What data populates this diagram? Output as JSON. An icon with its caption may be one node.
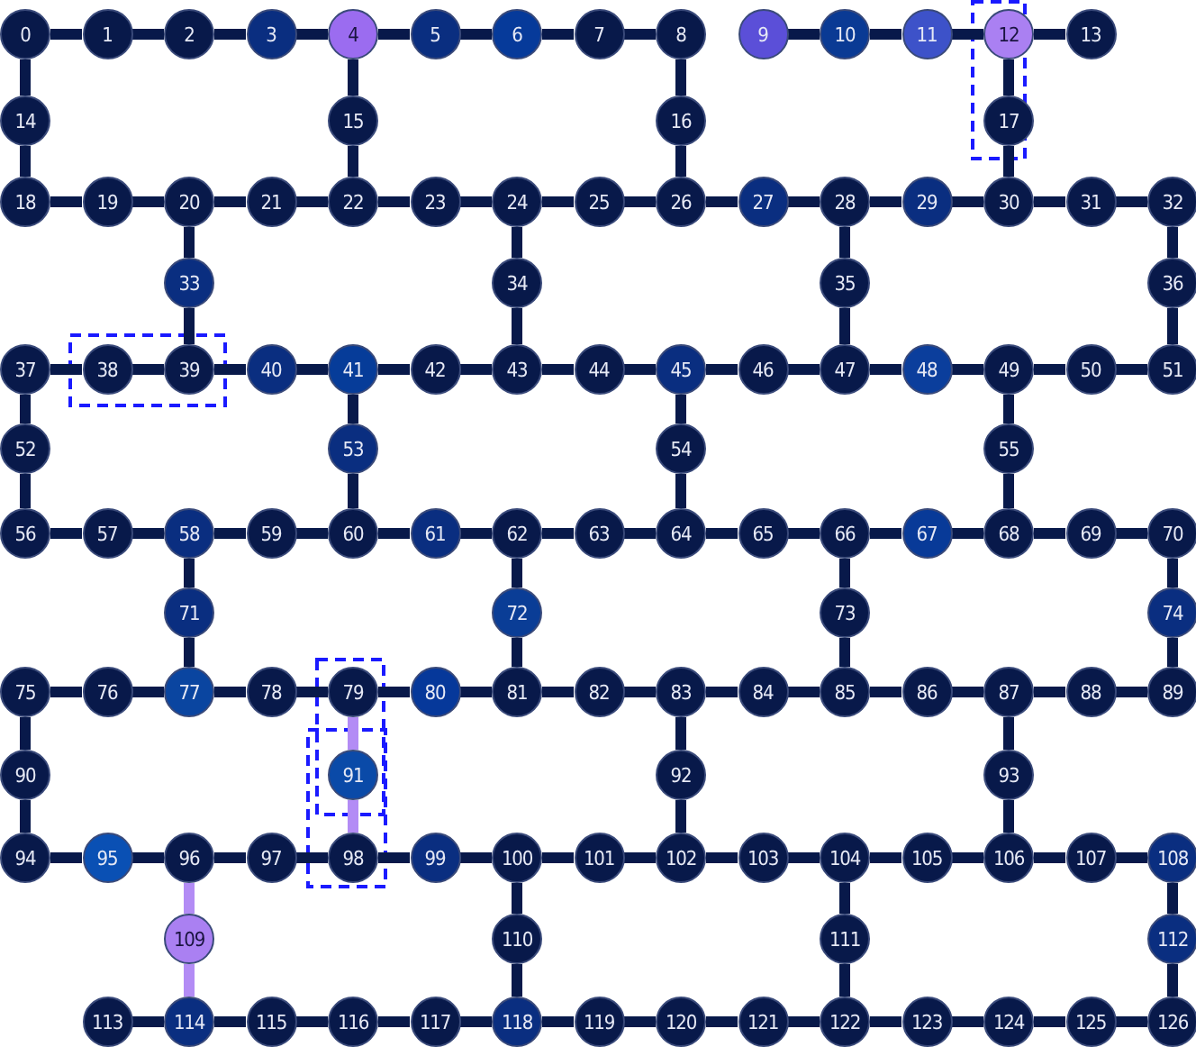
{
  "diagram": {
    "nodes": [
      {
        "text": [
          "0"
        ]
      },
      {
        "text": [
          "1"
        ]
      },
      {
        "text": [
          "2"
        ]
      },
      {
        "text": [
          "3"
        ]
      },
      {
        "text": [
          "4"
        ]
      },
      {
        "text": [
          "5"
        ]
      },
      {
        "text": [
          "6"
        ]
      },
      {
        "text": [
          "7"
        ]
      },
      {
        "text": [
          "8"
        ]
      },
      {
        "text": [
          "9"
        ]
      },
      {
        "text": [
          "10"
        ]
      },
      {
        "text": [
          "11"
        ]
      },
      {
        "text": [
          "12"
        ]
      },
      {
        "text": [
          "13"
        ]
      },
      {
        "text": [
          "14"
        ]
      },
      {
        "text": [
          "15"
        ]
      },
      {
        "text": [
          "16"
        ]
      },
      {
        "text": [
          "17"
        ]
      },
      {
        "text": [
          "18"
        ]
      },
      {
        "text": [
          "19"
        ]
      },
      {
        "text": [
          "20"
        ]
      },
      {
        "text": [
          "21"
        ]
      },
      {
        "text": [
          "22"
        ]
      },
      {
        "text": [
          "23"
        ]
      },
      {
        "text": [
          "24"
        ]
      },
      {
        "text": [
          "25"
        ]
      },
      {
        "text": [
          "26"
        ]
      },
      {
        "text": [
          "27"
        ]
      },
      {
        "text": [
          "28"
        ]
      },
      {
        "text": [
          "29"
        ]
      },
      {
        "text": [
          "30"
        ]
      },
      {
        "text": [
          "31"
        ]
      },
      {
        "text": [
          "32"
        ]
      },
      {
        "text": [
          "33"
        ]
      },
      {
        "text": [
          "34"
        ]
      },
      {
        "text": [
          "35"
        ]
      },
      {
        "text": [
          "36"
        ]
      },
      {
        "text": [
          "37"
        ]
      },
      {
        "text": [
          "38"
        ]
      },
      {
        "text": [
          "39"
        ]
      },
      {
        "text": [
          "40"
        ]
      },
      {
        "text": [
          "41"
        ]
      },
      {
        "text": [
          "42"
        ]
      },
      {
        "text": [
          "43"
        ]
      },
      {
        "text": [
          "44"
        ]
      },
      {
        "text": [
          "45"
        ]
      },
      {
        "text": [
          "46"
        ]
      },
      {
        "text": [
          "47"
        ]
      },
      {
        "text": [
          "48"
        ]
      },
      {
        "text": [
          "49"
        ]
      },
      {
        "text": [
          "50"
        ]
      },
      {
        "text": [
          "51"
        ]
      },
      {
        "text": [
          "52"
        ]
      },
      {
        "text": [
          "53"
        ]
      },
      {
        "text": [
          "54"
        ]
      },
      {
        "text": [
          "55"
        ]
      },
      {
        "text": [
          "56"
        ]
      },
      {
        "text": [
          "57"
        ]
      },
      {
        "text": [
          "58"
        ]
      },
      {
        "text": [
          "59"
        ]
      },
      {
        "text": [
          "60"
        ]
      },
      {
        "text": [
          "61"
        ]
      },
      {
        "text": [
          "62"
        ]
      },
      {
        "text": [
          "63"
        ]
      },
      {
        "text": [
          "64"
        ]
      },
      {
        "text": [
          "65"
        ]
      },
      {
        "text": [
          "66"
        ]
      },
      {
        "text": [
          "67"
        ]
      },
      {
        "text": [
          "68"
        ]
      },
      {
        "text": [
          "69"
        ]
      },
      {
        "text": [
          "70"
        ]
      },
      {
        "text": [
          "71"
        ]
      },
      {
        "text": [
          "72"
        ]
      },
      {
        "text": [
          "73"
        ]
      },
      {
        "text": [
          "74"
        ]
      },
      {
        "text": [
          "75"
        ]
      },
      {
        "text": [
          "76"
        ]
      },
      {
        "text": [
          "77"
        ]
      },
      {
        "text": [
          "78"
        ]
      },
      {
        "text": [
          "79"
        ]
      },
      {
        "text": [
          "80"
        ]
      },
      {
        "text": [
          "81"
        ]
      },
      {
        "text": [
          "82"
        ]
      },
      {
        "text": [
          "83"
        ]
      },
      {
        "text": [
          "84"
        ]
      },
      {
        "text": [
          "85"
        ]
      },
      {
        "text": [
          "86"
        ]
      },
      {
        "text": [
          "87"
        ]
      },
      {
        "text": [
          "88"
        ]
      },
      {
        "text": [
          "89"
        ]
      },
      {
        "text": [
          "90"
        ]
      },
      {
        "text": [
          "91"
        ]
      },
      {
        "text": [
          "92"
        ]
      },
      {
        "text": [
          "93"
        ]
      },
      {
        "text": [
          "94"
        ]
      },
      {
        "text": [
          "95"
        ]
      },
      {
        "text": [
          "96"
        ]
      },
      {
        "text": [
          "97"
        ]
      },
      {
        "text": [
          "98"
        ]
      },
      {
        "text": [
          "99"
        ]
      },
      {
        "text": [
          "100"
        ]
      },
      {
        "text": [
          "101"
        ]
      },
      {
        "text": [
          "102"
        ]
      },
      {
        "text": [
          "103"
        ]
      },
      {
        "text": [
          "104"
        ]
      },
      {
        "text": [
          "105"
        ]
      },
      {
        "text": [
          "106"
        ]
      },
      {
        "text": [
          "107"
        ]
      },
      {
        "text": [
          "108"
        ]
      },
      {
        "text": [
          "109"
        ]
      },
      {
        "text": [
          "110"
        ]
      },
      {
        "text": [
          "111"
        ]
      },
      {
        "text": [
          "112"
        ]
      },
      {
        "text": [
          "113"
        ]
      },
      {
        "text": [
          "114"
        ]
      },
      {
        "text": [
          "115"
        ]
      },
      {
        "text": [
          "116"
        ]
      },
      {
        "text": [
          "117"
        ]
      },
      {
        "text": [
          "118"
        ]
      },
      {
        "text": [
          "119"
        ]
      },
      {
        "text": [
          "120"
        ]
      },
      {
        "text": [
          "121"
        ]
      },
      {
        "text": [
          "122"
        ]
      },
      {
        "text": [
          "123"
        ]
      },
      {
        "text": [
          "124"
        ]
      },
      {
        "text": [
          "125"
        ]
      },
      {
        "text": [
          "126"
        ]
      }
    ],
    "edges": [
      {
        "from": 0,
        "to": 1,
        "arrow": "none"
      },
      {
        "from": 1,
        "to": 2,
        "arrow": "none"
      },
      {
        "from": 2,
        "to": 3,
        "arrow": "none"
      },
      {
        "from": 3,
        "to": 4,
        "arrow": "none"
      },
      {
        "from": 4,
        "to": 5,
        "arrow": "none"
      },
      {
        "from": 5,
        "to": 6,
        "arrow": "none"
      },
      {
        "from": 6,
        "to": 7,
        "arrow": "none"
      },
      {
        "from": 7,
        "to": 8,
        "arrow": "none"
      },
      {
        "from": 9,
        "to": 10,
        "arrow": "none"
      },
      {
        "from": 10,
        "to": 11,
        "arrow": "none"
      },
      {
        "from": 11,
        "to": 12,
        "arrow": "none"
      },
      {
        "from": 12,
        "to": 13,
        "arrow": "none"
      },
      {
        "from": 0,
        "to": 14,
        "arrow": "none"
      },
      {
        "from": 14,
        "to": 18,
        "arrow": "none"
      },
      {
        "from": 4,
        "to": 15,
        "arrow": "none"
      },
      {
        "from": 15,
        "to": 22,
        "arrow": "none"
      },
      {
        "from": 8,
        "to": 16,
        "arrow": "none"
      },
      {
        "from": 16,
        "to": 26,
        "arrow": "none"
      },
      {
        "from": 12,
        "to": 17,
        "arrow": "none"
      },
      {
        "from": 17,
        "to": 30,
        "arrow": "none"
      },
      {
        "from": 18,
        "to": 19,
        "arrow": "none"
      },
      {
        "from": 19,
        "to": 20,
        "arrow": "none"
      },
      {
        "from": 20,
        "to": 21,
        "arrow": "none"
      },
      {
        "from": 21,
        "to": 22,
        "arrow": "none"
      },
      {
        "from": 22,
        "to": 23,
        "arrow": "none"
      },
      {
        "from": 23,
        "to": 24,
        "arrow": "none"
      },
      {
        "from": 24,
        "to": 25,
        "arrow": "none"
      },
      {
        "from": 25,
        "to": 26,
        "arrow": "none"
      },
      {
        "from": 26,
        "to": 27,
        "arrow": "none"
      },
      {
        "from": 27,
        "to": 28,
        "arrow": "none"
      },
      {
        "from": 28,
        "to": 29,
        "arrow": "none"
      },
      {
        "from": 29,
        "to": 30,
        "arrow": "none"
      },
      {
        "from": 30,
        "to": 31,
        "arrow": "none"
      },
      {
        "from": 31,
        "to": 32,
        "arrow": "none"
      },
      {
        "from": 20,
        "to": 33,
        "arrow": "none"
      },
      {
        "from": 33,
        "to": 39,
        "arrow": "none"
      },
      {
        "from": 24,
        "to": 34,
        "arrow": "none"
      },
      {
        "from": 34,
        "to": 43,
        "arrow": "none"
      },
      {
        "from": 28,
        "to": 35,
        "arrow": "none"
      },
      {
        "from": 35,
        "to": 47,
        "arrow": "none"
      },
      {
        "from": 32,
        "to": 36,
        "arrow": "none"
      },
      {
        "from": 36,
        "to": 51,
        "arrow": "none"
      },
      {
        "from": 37,
        "to": 38,
        "arrow": "none"
      },
      {
        "from": 38,
        "to": 39,
        "arrow": "none"
      },
      {
        "from": 39,
        "to": 40,
        "arrow": "none"
      },
      {
        "from": 40,
        "to": 41,
        "arrow": "none"
      },
      {
        "from": 41,
        "to": 42,
        "arrow": "none"
      },
      {
        "from": 42,
        "to": 43,
        "arrow": "none"
      },
      {
        "from": 43,
        "to": 44,
        "arrow": "none"
      },
      {
        "from": 44,
        "to": 45,
        "arrow": "none"
      },
      {
        "from": 45,
        "to": 46,
        "arrow": "none"
      },
      {
        "from": 46,
        "to": 47,
        "arrow": "none"
      },
      {
        "from": 47,
        "to": 48,
        "arrow": "none"
      },
      {
        "from": 48,
        "to": 49,
        "arrow": "none"
      },
      {
        "from": 49,
        "to": 50,
        "arrow": "none"
      },
      {
        "from": 50,
        "to": 51,
        "arrow": "none"
      },
      {
        "from": 37,
        "to": 52,
        "arrow": "none"
      },
      {
        "from": 52,
        "to": 56,
        "arrow": "none"
      },
      {
        "from": 41,
        "to": 53,
        "arrow": "none"
      },
      {
        "from": 53,
        "to": 60,
        "arrow": "none"
      },
      {
        "from": 45,
        "to": 54,
        "arrow": "none"
      },
      {
        "from": 54,
        "to": 64,
        "arrow": "none"
      },
      {
        "from": 49,
        "to": 55,
        "arrow": "none"
      },
      {
        "from": 55,
        "to": 68,
        "arrow": "none"
      },
      {
        "from": 56,
        "to": 57,
        "arrow": "none"
      },
      {
        "from": 57,
        "to": 58,
        "arrow": "none"
      },
      {
        "from": 58,
        "to": 59,
        "arrow": "none"
      },
      {
        "from": 59,
        "to": 60,
        "arrow": "none"
      },
      {
        "from": 60,
        "to": 61,
        "arrow": "none"
      },
      {
        "from": 61,
        "to": 62,
        "arrow": "none"
      },
      {
        "from": 62,
        "to": 63,
        "arrow": "none"
      },
      {
        "from": 63,
        "to": 64,
        "arrow": "none"
      },
      {
        "from": 64,
        "to": 65,
        "arrow": "none"
      },
      {
        "from": 65,
        "to": 66,
        "arrow": "none"
      },
      {
        "from": 66,
        "to": 67,
        "arrow": "none"
      },
      {
        "from": 67,
        "to": 68,
        "arrow": "none"
      },
      {
        "from": 68,
        "to": 69,
        "arrow": "none"
      },
      {
        "from": 69,
        "to": 70,
        "arrow": "none"
      },
      {
        "from": 58,
        "to": 71,
        "arrow": "none"
      },
      {
        "from": 71,
        "to": 77,
        "arrow": "none"
      },
      {
        "from": 62,
        "to": 72,
        "arrow": "none"
      },
      {
        "from": 72,
        "to": 81,
        "arrow": "none"
      },
      {
        "from": 66,
        "to": 73,
        "arrow": "none"
      },
      {
        "from": 73,
        "to": 85,
        "arrow": "none"
      },
      {
        "from": 70,
        "to": 74,
        "arrow": "none"
      },
      {
        "from": 74,
        "to": 89,
        "arrow": "none"
      },
      {
        "from": 75,
        "to": 76,
        "arrow": "none"
      },
      {
        "from": 76,
        "to": 77,
        "arrow": "none"
      },
      {
        "from": 77,
        "to": 78,
        "arrow": "none"
      },
      {
        "from": 78,
        "to": 79,
        "arrow": "none"
      },
      {
        "from": 79,
        "to": 80,
        "arrow": "none"
      },
      {
        "from": 80,
        "to": 81,
        "arrow": "none"
      },
      {
        "from": 81,
        "to": 82,
        "arrow": "none"
      },
      {
        "from": 82,
        "to": 83,
        "arrow": "none"
      },
      {
        "from": 83,
        "to": 84,
        "arrow": "none"
      },
      {
        "from": 84,
        "to": 85,
        "arrow": "none"
      },
      {
        "from": 85,
        "to": 86,
        "arrow": "none"
      },
      {
        "from": 86,
        "to": 87,
        "arrow": "none"
      },
      {
        "from": 87,
        "to": 88,
        "arrow": "none"
      },
      {
        "from": 88,
        "to": 89,
        "arrow": "none"
      },
      {
        "from": 75,
        "to": 90,
        "arrow": "none"
      },
      {
        "from": 90,
        "to": 94,
        "arrow": "none"
      },
      {
        "from": 79,
        "to": 91,
        "arrow": "none",
        "color": "#b38cf5"
      },
      {
        "from": 91,
        "to": 98,
        "arrow": "none",
        "color": "#b38cf5"
      },
      {
        "from": 83,
        "to": 92,
        "arrow": "none"
      },
      {
        "from": 92,
        "to": 102,
        "arrow": "none"
      },
      {
        "from": 87,
        "to": 93,
        "arrow": "none"
      },
      {
        "from": 93,
        "to": 106,
        "arrow": "none"
      },
      {
        "from": 94,
        "to": 95,
        "arrow": "none"
      },
      {
        "from": 95,
        "to": 96,
        "arrow": "none"
      },
      {
        "from": 96,
        "to": 97,
        "arrow": "none"
      },
      {
        "from": 97,
        "to": 98,
        "arrow": "none"
      },
      {
        "from": 98,
        "to": 99,
        "arrow": "none"
      },
      {
        "from": 99,
        "to": 100,
        "arrow": "none"
      },
      {
        "from": 100,
        "to": 101,
        "arrow": "none"
      },
      {
        "from": 101,
        "to": 102,
        "arrow": "none"
      },
      {
        "from": 102,
        "to": 103,
        "arrow": "none"
      },
      {
        "from": 103,
        "to": 104,
        "arrow": "none"
      },
      {
        "from": 104,
        "to": 105,
        "arrow": "none"
      },
      {
        "from": 105,
        "to": 106,
        "arrow": "none"
      },
      {
        "from": 106,
        "to": 107,
        "arrow": "none"
      },
      {
        "from": 107,
        "to": 108,
        "arrow": "none"
      },
      {
        "from": 96,
        "to": 109,
        "arrow": "none",
        "color": "#b38cf5"
      },
      {
        "from": 109,
        "to": 114,
        "arrow": "none",
        "color": "#b38cf5"
      },
      {
        "from": 100,
        "to": 110,
        "arrow": "none"
      },
      {
        "from": 110,
        "to": 118,
        "arrow": "none"
      },
      {
        "from": 104,
        "to": 111,
        "arrow": "none"
      },
      {
        "from": 111,
        "to": 122,
        "arrow": "none"
      },
      {
        "from": 108,
        "to": 112,
        "arrow": "none"
      },
      {
        "from": 112,
        "to": 126,
        "arrow": "none"
      },
      {
        "from": 113,
        "to": 114,
        "arrow": "none"
      },
      {
        "from": 114,
        "to": 115,
        "arrow": "none"
      },
      {
        "from": 115,
        "to": 116,
        "arrow": "none"
      },
      {
        "from": 116,
        "to": 117,
        "arrow": "none"
      },
      {
        "from": 117,
        "to": 118,
        "arrow": "none"
      },
      {
        "from": 118,
        "to": 119,
        "arrow": "none"
      },
      {
        "from": 119,
        "to": 120,
        "arrow": "none"
      },
      {
        "from": 120,
        "to": 121,
        "arrow": "none"
      },
      {
        "from": 121,
        "to": 122,
        "arrow": "none"
      },
      {
        "from": 122,
        "to": 123,
        "arrow": "none"
      },
      {
        "from": 123,
        "to": 124,
        "arrow": "none"
      },
      {
        "from": 124,
        "to": 125,
        "arrow": "none"
      },
      {
        "from": 125,
        "to": 126,
        "arrow": "none"
      }
    ]
  }
}
